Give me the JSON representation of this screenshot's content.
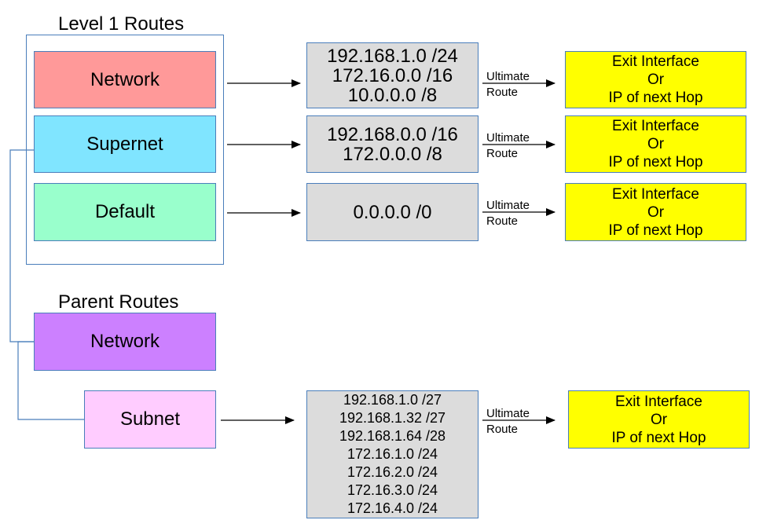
{
  "level1": {
    "title": "Level 1 Routes",
    "categories": [
      {
        "label": "Network",
        "color": "#ff9999"
      },
      {
        "label": "Supernet",
        "color": "#80e5ff"
      },
      {
        "label": "Default",
        "color": "#99ffcc"
      }
    ],
    "route_groups": [
      [
        "192.168.1.0 /24",
        "172.16.0.0 /16",
        "10.0.0.0 /8"
      ],
      [
        "192.168.0.0 /16",
        "172.0.0.0 /8"
      ],
      [
        "0.0.0.0 /0"
      ]
    ]
  },
  "parent": {
    "title": "Parent Routes",
    "network_label": "Network",
    "network_color": "#cc80ff",
    "subnet_label": "Subnet",
    "subnet_color": "#ffccff",
    "subnet_routes": [
      "192.168.1.0 /27",
      "192.168.1.32 /27",
      "192.168.1.64 /28",
      "172.16.1.0 /24",
      "172.16.2.0 /24",
      "172.16.3.0 /24",
      "172.16.4.0 /24"
    ]
  },
  "ultimate": {
    "line1": "Ultimate",
    "line2": "Route"
  },
  "exit_hop": {
    "line1": "Exit Interface",
    "line2": "Or",
    "line3": "IP of next Hop"
  }
}
